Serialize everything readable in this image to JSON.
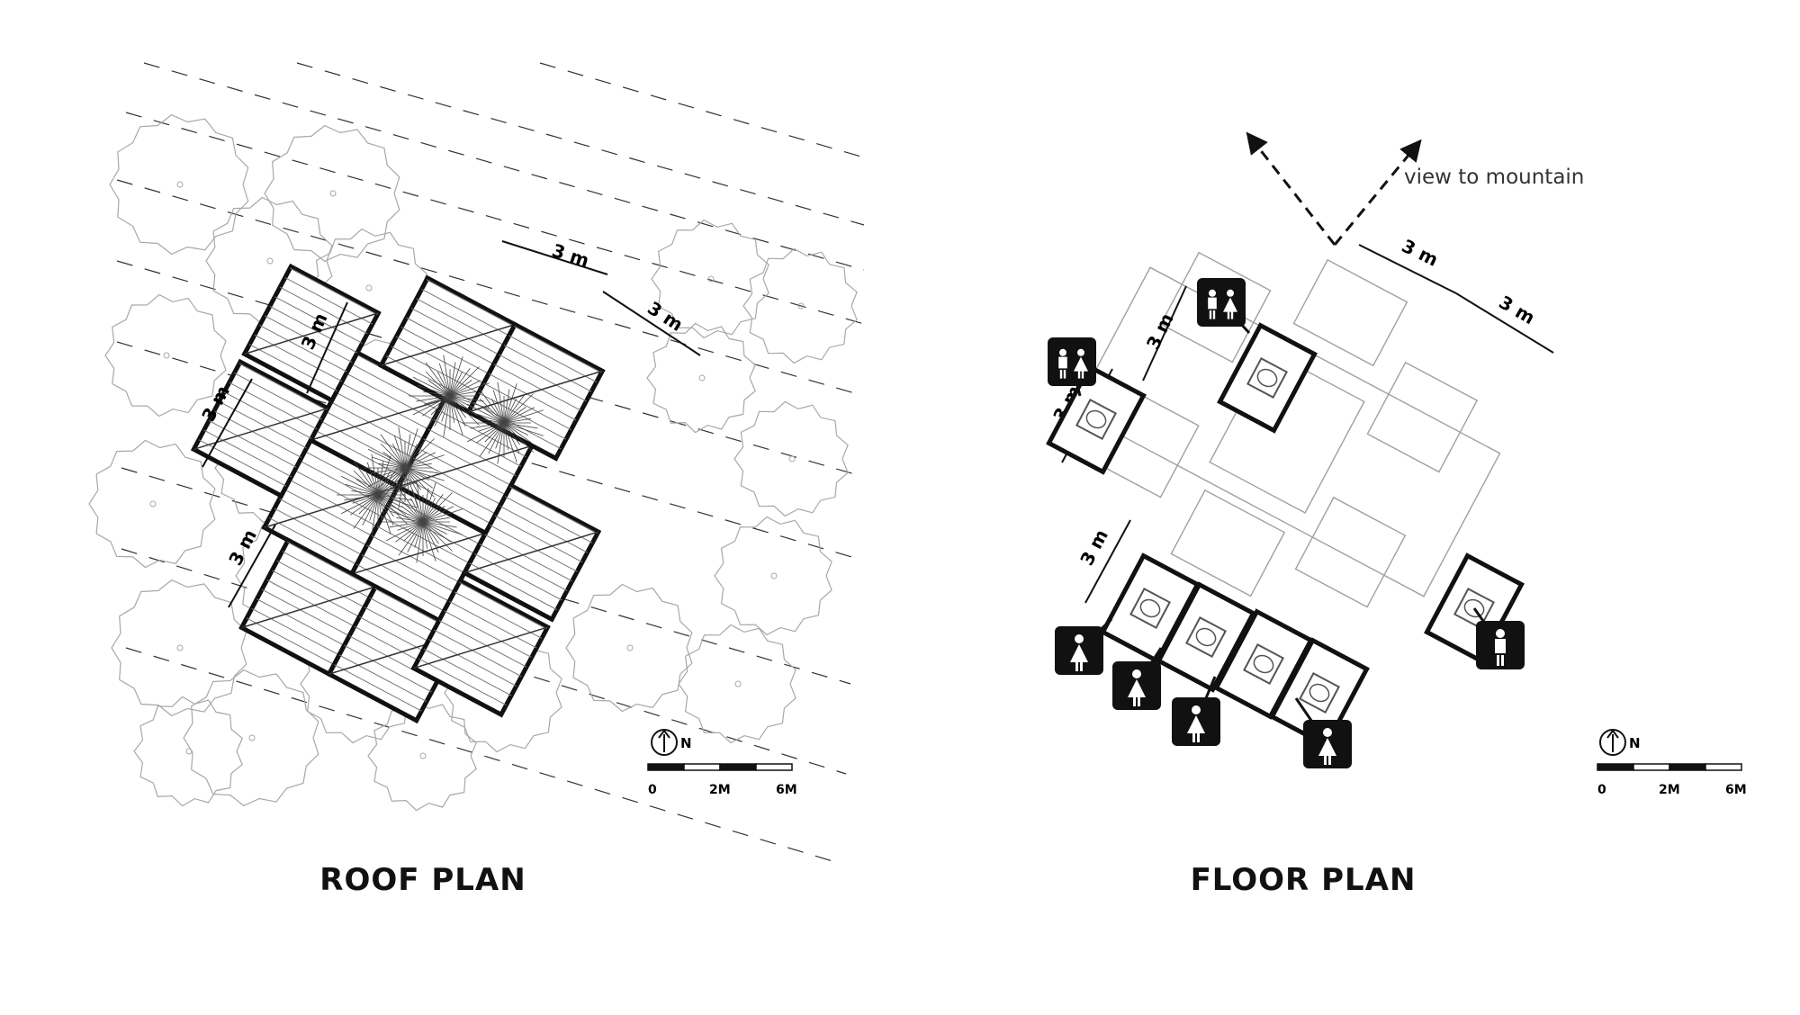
{
  "roof_plan": {
    "title": "ROOF PLAN",
    "dims": [
      "3 m",
      "3 m",
      "3 m",
      "3 m",
      "3 m"
    ],
    "north": "N",
    "scale": [
      "0",
      "2M",
      "6M"
    ]
  },
  "floor_plan": {
    "title": "FLOOR PLAN",
    "view_label": "view to mountain",
    "dims": [
      "3 m",
      "3 m",
      "3 m",
      "3 m",
      "3 m"
    ],
    "north": "N",
    "scale": [
      "0",
      "2M",
      "6M"
    ]
  },
  "icons": {
    "family": "family-icon",
    "female": "female-icon",
    "male": "male-icon",
    "tree": "tree-icon",
    "north": "north-arrow-icon"
  },
  "colors": {
    "ink": "#111111",
    "line": "#9a9a9a",
    "fill": "#000000"
  }
}
